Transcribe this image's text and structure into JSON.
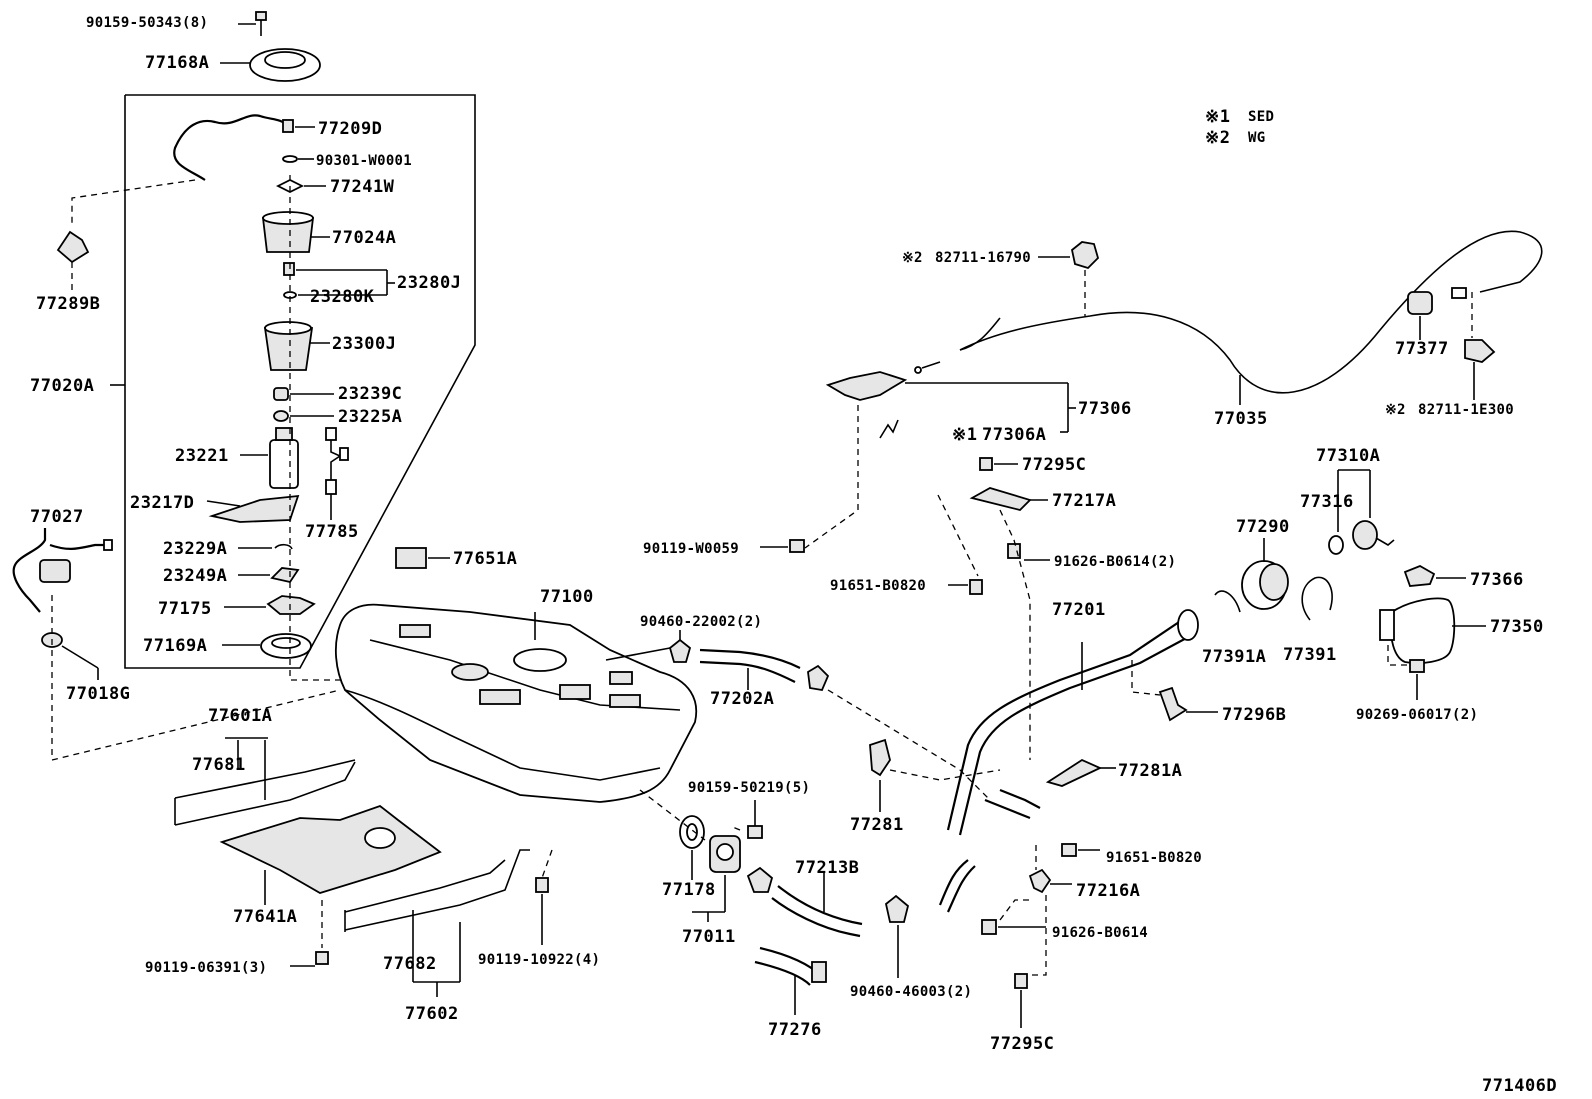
{
  "diagram_code": "771406D",
  "notes": [
    {
      "mark": "※1",
      "text": "SED"
    },
    {
      "mark": "※2",
      "text": "WG"
    }
  ],
  "labels": {
    "l_9015950343": "90159-50343(8)",
    "l_77168A": "77168A",
    "l_77209D": "77209D",
    "l_90301W0001": "90301-W0001",
    "l_77241W": "77241W",
    "l_77024A": "77024A",
    "l_23280J": "23280J",
    "l_23280K": "23280K",
    "l_23300J": "23300J",
    "l_77289B": "77289B",
    "l_77020A": "77020A",
    "l_23239C": "23239C",
    "l_23225A": "23225A",
    "l_23221": "23221",
    "l_23217D": "23217D",
    "l_77785": "77785",
    "l_77027": "77027",
    "l_23229A": "23229A",
    "l_23249A": "23249A",
    "l_77175": "77175",
    "l_77169A": "77169A",
    "l_77018G": "77018G",
    "l_77651A": "77651A",
    "l_77100": "77100",
    "l_9046022002": "90460-22002(2)",
    "l_77202A": "77202A",
    "l_77601A": "77601A",
    "l_77681": "77681",
    "l_77641A": "77641A",
    "l_9011906391": "90119-06391(3)",
    "l_77682": "77682",
    "l_77602": "77602",
    "l_9011910922": "90119-10922(4)",
    "l_9015950219": "90159-50219(5)",
    "l_77178": "77178",
    "l_77011": "77011",
    "l_77213B": "77213B",
    "l_77276": "77276",
    "l_9046046003": "90460-46003(2)",
    "l_77281": "77281",
    "l_77281A": "77281A",
    "l_9011911W0059": "90119-W0059",
    "l_9165lB0820a": "91651-B0820",
    "l_9162B0614_2": "91626-B0614(2)",
    "l_77295C_top": "77295C",
    "l_77217A": "77217A",
    "l_77306": "77306",
    "l_77306A": "77306A",
    "l_77306A_mark": "※1",
    "l_82711_16790": "82711-16790",
    "l_82711_16790_mark": "※2",
    "l_77035": "77035",
    "l_77377": "77377",
    "l_82711_1E300": "82711-1E300",
    "l_82711_1E300_mark": "※2",
    "l_77310A": "77310A",
    "l_77316": "77316",
    "l_77290": "77290",
    "l_77366": "77366",
    "l_77201": "77201",
    "l_77350": "77350",
    "l_77391A": "77391A",
    "l_77391": "77391",
    "l_77296B": "77296B",
    "l_9026906017": "90269-06017(2)",
    "l_91651B0820b": "91651-B0820",
    "l_77216A": "77216A",
    "l_91626B0614": "91626-B0614",
    "l_77295C_bot": "77295C"
  }
}
